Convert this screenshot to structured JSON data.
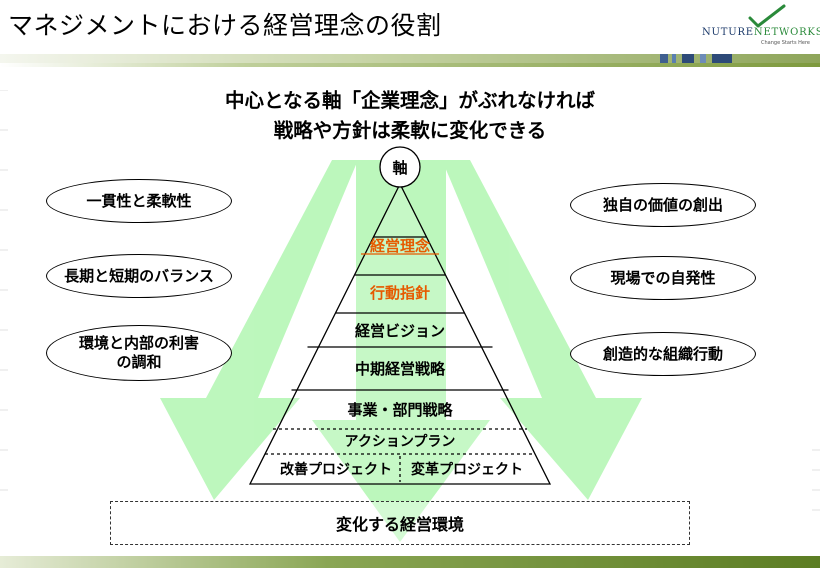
{
  "slide_title": "マネジメントにおける経営理念の役割",
  "logo": {
    "brand_prefix": "NUTURE",
    "brand_suffix": "NETWORKS",
    "tagline": "Change Starts Here"
  },
  "headline": {
    "line1": "中心となる軸「企業理念」がぶれなければ",
    "line2": "戦略や方針は柔軟に変化できる"
  },
  "axis_label": "軸",
  "pyramid_layers": [
    {
      "label": "経営理念",
      "color": "#e65a00"
    },
    {
      "label": "行動指針",
      "color": "#e65a00"
    },
    {
      "label": "経営ビジョン",
      "color": "#000000"
    },
    {
      "label": "中期経営戦略",
      "color": "#000000"
    },
    {
      "label": "事業・部門戦略",
      "color": "#000000"
    },
    {
      "label": "アクションプラン",
      "color": "#000000"
    }
  ],
  "pyramid_base": {
    "left": "改善プロジェクト",
    "right": "変革プロジェクト"
  },
  "left_ovals": [
    "一貫性と柔軟性",
    "長期と短期のバランス",
    "環境と内部の利害\nの調和"
  ],
  "right_ovals": [
    "独自の価値の創出",
    "現場での自発性",
    "創造的な組織行動"
  ],
  "environment_label": "変化する経営環境",
  "colors": {
    "arrow_fill": "#b9f7b9",
    "accent_text": "#e65a00",
    "outline": "#000000"
  }
}
